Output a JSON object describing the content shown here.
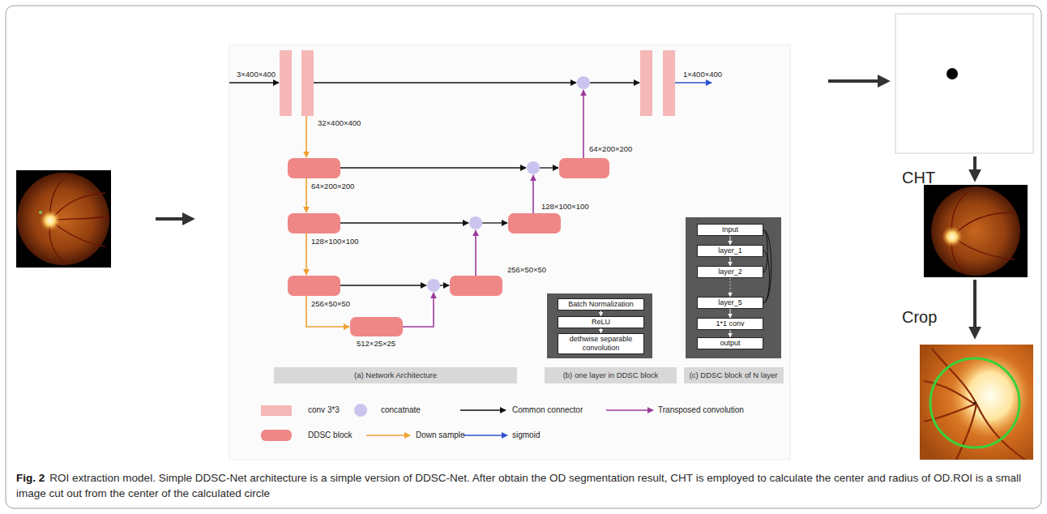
{
  "diagram": {
    "caption": "ROI extraction model. Simple DDSC-Net architecture is a simple version of DDSC-Net. After obtain the OD segmentation result, CHT is employed to calculate the center and radius of OD.ROI is a small image cut out from the center of the calculated circle",
    "nodes": [
      {
        "text": [
          "Batch Normalization"
        ]
      },
      {
        "text": [
          "ReLU"
        ]
      },
      {
        "text": [
          "dethwise separable convolution"
        ]
      },
      {
        "text": [
          "Input"
        ]
      },
      {
        "text": [
          "layer_1"
        ]
      },
      {
        "text": [
          "layer_2"
        ]
      },
      {
        "text": [
          "layer_5"
        ]
      },
      {
        "text": [
          "1*1 conv"
        ]
      },
      {
        "text": [
          "output"
        ]
      },
      {
        "text": [
          "(a) Network Architecture"
        ]
      },
      {
        "text": [
          "(b) one layer in DDSC block"
        ]
      },
      {
        "text": [
          "(c) DDSC block of N layer"
        ]
      }
    ],
    "edges": [
      {
        "from": 0,
        "to": 1,
        "arrow": "to"
      },
      {
        "from": 1,
        "to": 2,
        "arrow": "to"
      },
      {
        "from": 3,
        "to": 4,
        "arrow": "to"
      },
      {
        "from": 4,
        "to": 5,
        "arrow": "to"
      },
      {
        "from": 5,
        "to": 6,
        "arrow": "to"
      },
      {
        "from": 6,
        "to": 7,
        "arrow": "to"
      },
      {
        "from": 7,
        "to": 8,
        "arrow": "to"
      },
      {
        "from": 3,
        "to": 5,
        "arrow": "none"
      },
      {
        "from": 3,
        "to": 6,
        "arrow": "none"
      },
      {
        "from": 4,
        "to": 6,
        "arrow": "none"
      }
    ],
    "labels": [
      "3×400×400",
      "32×400×400",
      "1×400×400",
      "64×200×200",
      "64×200×200",
      "128×100×100",
      "128×100×100",
      "256×50×50",
      "256×50×50",
      "512×25×25",
      "CHT",
      "Crop",
      "Fig. 2"
    ],
    "legend": [
      {
        "text": "conv 3*3",
        "color": "#f5b7b7"
      },
      {
        "text": "concatnate",
        "color": "#c9c5ef"
      },
      {
        "text": "Common connector"
      },
      {
        "text": "Transposed convolution"
      },
      {
        "text": "DDSC block",
        "color": "#ef8787"
      },
      {
        "text": "Down sample"
      },
      {
        "text": "sigmoid"
      }
    ]
  }
}
